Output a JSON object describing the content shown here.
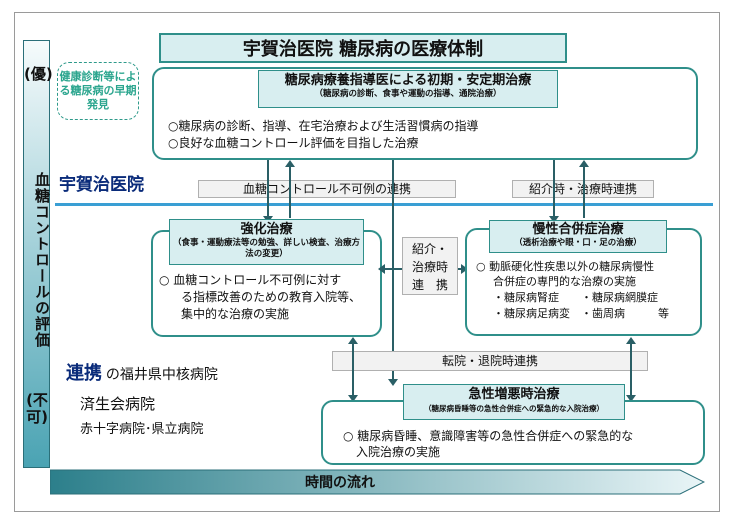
{
  "title": "宇賀治医院 糖尿病の医療体制",
  "axis": {
    "top": "(優)",
    "main": "血糖コントロールの評価",
    "bottom": "(不可)"
  },
  "early": "健康診断等による糖尿病の早期発見",
  "top_box": {
    "title": "糖尿病療養指導医による初期・安定期治療",
    "sub": "（糖尿病の診断、食事や運動の指導、通院治療）",
    "lines": [
      "○糖尿病の診断、指導、在宅治療および生活習慣病の指導",
      "○良好な血糖コントロール評価を目指した治療"
    ]
  },
  "hospital": "宇賀治医院",
  "link_left": "血糖コントロール不可例の連携",
  "link_right": "紹介時・治療時連携",
  "intensive": {
    "title": "強化治療",
    "sub": "（食事・運動療法等の勉強、詳しい検査、治療方法の変更）",
    "lines": [
      "○ 血糖コントロール不可例に対す",
      "る指標改善のための教育入院等、",
      "集中的な治療の実施"
    ]
  },
  "middle_link": "紹介・治療時連　携",
  "chronic": {
    "title": "慢性合併症治療",
    "sub": "（透析治療や眼・口・足の治療）",
    "lines": [
      "○ 動脈硬化性疾患以外の糖尿病慢性",
      "合併症の専門的な治療の実施",
      "・糖尿病腎症　　・糖尿病網膜症",
      "・糖尿病足病変　・歯周病　　　等"
    ]
  },
  "transfer": "転院・退院時連携",
  "partners": {
    "head": "連携",
    "first": "の福井県中核病院",
    "second": "済生会病院",
    "third": "赤十字病院･県立病院"
  },
  "acute": {
    "title": "急性増悪時治療",
    "sub": "（糖尿病昏睡等の急性合併症への緊急的な入院治療）",
    "lines": [
      "○ 糖尿病昏睡、意識障害等の急性合併症への緊急的な",
      "入院治療の実施"
    ]
  },
  "time_flow": "時間の流れ",
  "colors": {
    "accent": "#2f8f8a",
    "header_fill": "#d8eef0",
    "hospital": "#0a2b7a",
    "blue_line": "#3a9fd4"
  }
}
